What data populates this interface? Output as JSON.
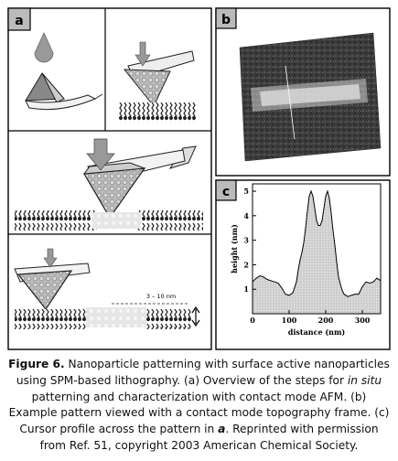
{
  "panels": {
    "a": {
      "label": "a",
      "dimension_label": "3 – 10 nm"
    },
    "b": {
      "label": "b"
    },
    "c": {
      "label": "c"
    }
  },
  "chart_data": {
    "type": "line",
    "title": "",
    "xlabel": "distance (nm)",
    "ylabel": "height (nm)",
    "xlim": [
      0,
      350
    ],
    "ylim": [
      0,
      5.3
    ],
    "xticks": [
      0,
      100,
      200,
      300
    ],
    "yticks": [
      1,
      2,
      3,
      4,
      5
    ],
    "grid": false,
    "series": [
      {
        "x": [
          0,
          10,
          20,
          30,
          40,
          50,
          60,
          70,
          80,
          90,
          100,
          110,
          120,
          125,
          130,
          135,
          140,
          145,
          150,
          155,
          160,
          165,
          170,
          175,
          180,
          185,
          190,
          195,
          200,
          205,
          210,
          215,
          220,
          225,
          230,
          235,
          240,
          245,
          250,
          260,
          270,
          280,
          290,
          300,
          310,
          320,
          330,
          340,
          350
        ],
        "y": [
          1.3,
          1.45,
          1.55,
          1.5,
          1.4,
          1.35,
          1.3,
          1.25,
          1.05,
          0.8,
          0.75,
          0.85,
          1.3,
          1.8,
          2.2,
          2.5,
          2.9,
          3.5,
          4.2,
          4.8,
          5.0,
          4.8,
          4.3,
          3.8,
          3.6,
          3.6,
          3.8,
          4.3,
          4.8,
          5.0,
          4.7,
          4.1,
          3.4,
          2.8,
          2.1,
          1.5,
          1.2,
          0.95,
          0.8,
          0.7,
          0.75,
          0.8,
          0.8,
          1.1,
          1.3,
          1.25,
          1.3,
          1.45,
          1.35
        ]
      }
    ]
  },
  "caption": {
    "figure_label": "Figure 6.",
    "line1": "Nanoparticle patterning with surface active nanoparticles",
    "line2": "using SPM-based lithography. (a) Overview of the steps for ",
    "in_situ": "in situ",
    "line3": "patterning and characterization with contact mode AFM. (b)",
    "line4": "Example pattern viewed with a contact mode topography frame. (c)",
    "line5a": "Cursor profile across the pattern in ",
    "bold_a": "a",
    "line5b": ". Reprinted with permission",
    "line6": "from Ref. 51, copyright 2003 American Chemical Society."
  }
}
